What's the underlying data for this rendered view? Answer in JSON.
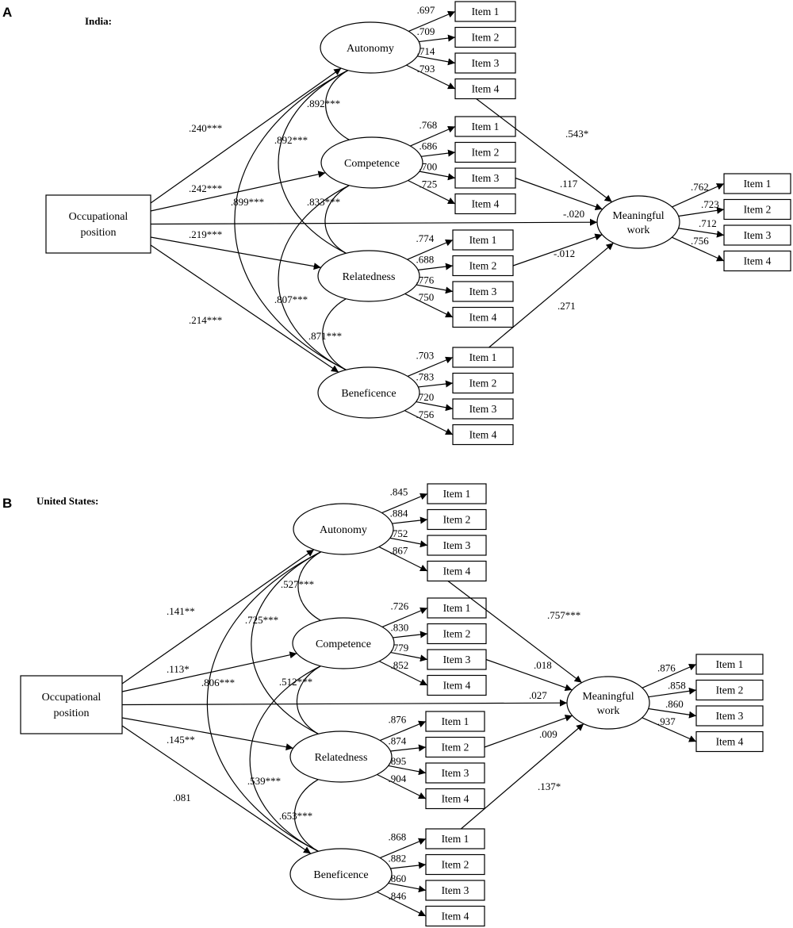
{
  "panels": [
    {
      "letter": "A",
      "title": "India:",
      "predictor": [
        "Occupational",
        "position"
      ],
      "outcome": [
        "Meaningful",
        "work"
      ],
      "needs": [
        "Autonomy",
        "Competence",
        "Relatedness",
        "Beneficence"
      ],
      "need_items": [
        [
          "Item 1",
          "Item 2",
          "Item 3",
          "Item 4"
        ],
        [
          "Item 1",
          "Item 2",
          "Item 3",
          "Item 4"
        ],
        [
          "Item 1",
          "Item 2",
          "Item 3",
          "Item 4"
        ],
        [
          "Item 1",
          "Item 2",
          "Item 3",
          "Item 4"
        ]
      ],
      "need_loadings": [
        [
          ".697",
          ".709",
          ".714",
          ".793"
        ],
        [
          ".768",
          ".686",
          ".700",
          ".725"
        ],
        [
          ".774",
          ".688",
          ".776",
          ".750"
        ],
        [
          ".703",
          ".783",
          ".720",
          ".756"
        ]
      ],
      "outcome_items": [
        "Item 1",
        "Item 2",
        "Item 3",
        "Item 4"
      ],
      "outcome_loadings": [
        ".762",
        ".723",
        ".712",
        ".756"
      ],
      "a_paths": [
        ".240***",
        ".242***",
        ".219***",
        ".214***"
      ],
      "b_paths": [
        ".543*",
        ".117",
        "-.012",
        ".271"
      ],
      "direct_path": "-.020",
      "correlations": [
        ".892***",
        ".833***",
        ".871***",
        ".892***",
        ".807***",
        ".899***"
      ]
    },
    {
      "letter": "B",
      "title": "United States:",
      "predictor": [
        "Occupational",
        "position"
      ],
      "outcome": [
        "Meaningful",
        "work"
      ],
      "needs": [
        "Autonomy",
        "Competence",
        "Relatedness",
        "Beneficence"
      ],
      "need_items": [
        [
          "Item 1",
          "Item 2",
          "Item 3",
          "Item 4"
        ],
        [
          "Item 1",
          "Item 2",
          "Item 3",
          "Item 4"
        ],
        [
          "Item 1",
          "Item 2",
          "Item 3",
          "Item 4"
        ],
        [
          "Item 1",
          "Item 2",
          "Item 3",
          "Item 4"
        ]
      ],
      "need_loadings": [
        [
          ".845",
          ".884",
          ".752",
          ".867"
        ],
        [
          ".726",
          ".830",
          ".779",
          ".852"
        ],
        [
          ".876",
          ".874",
          ".895",
          ".904"
        ],
        [
          ".868",
          ".882",
          ".860",
          ".846"
        ]
      ],
      "outcome_items": [
        "Item 1",
        "Item 2",
        "Item 3",
        "Item 4"
      ],
      "outcome_loadings": [
        ".876",
        ".858",
        ".860",
        ".937"
      ],
      "a_paths": [
        ".141**",
        ".113*",
        ".145**",
        ".081"
      ],
      "b_paths": [
        ".757***",
        ".018",
        ".009",
        ".137*"
      ],
      "direct_path": ".027",
      "correlations": [
        ".527***",
        ".512***",
        ".653***",
        ".725***",
        ".539***",
        ".806***"
      ]
    }
  ]
}
